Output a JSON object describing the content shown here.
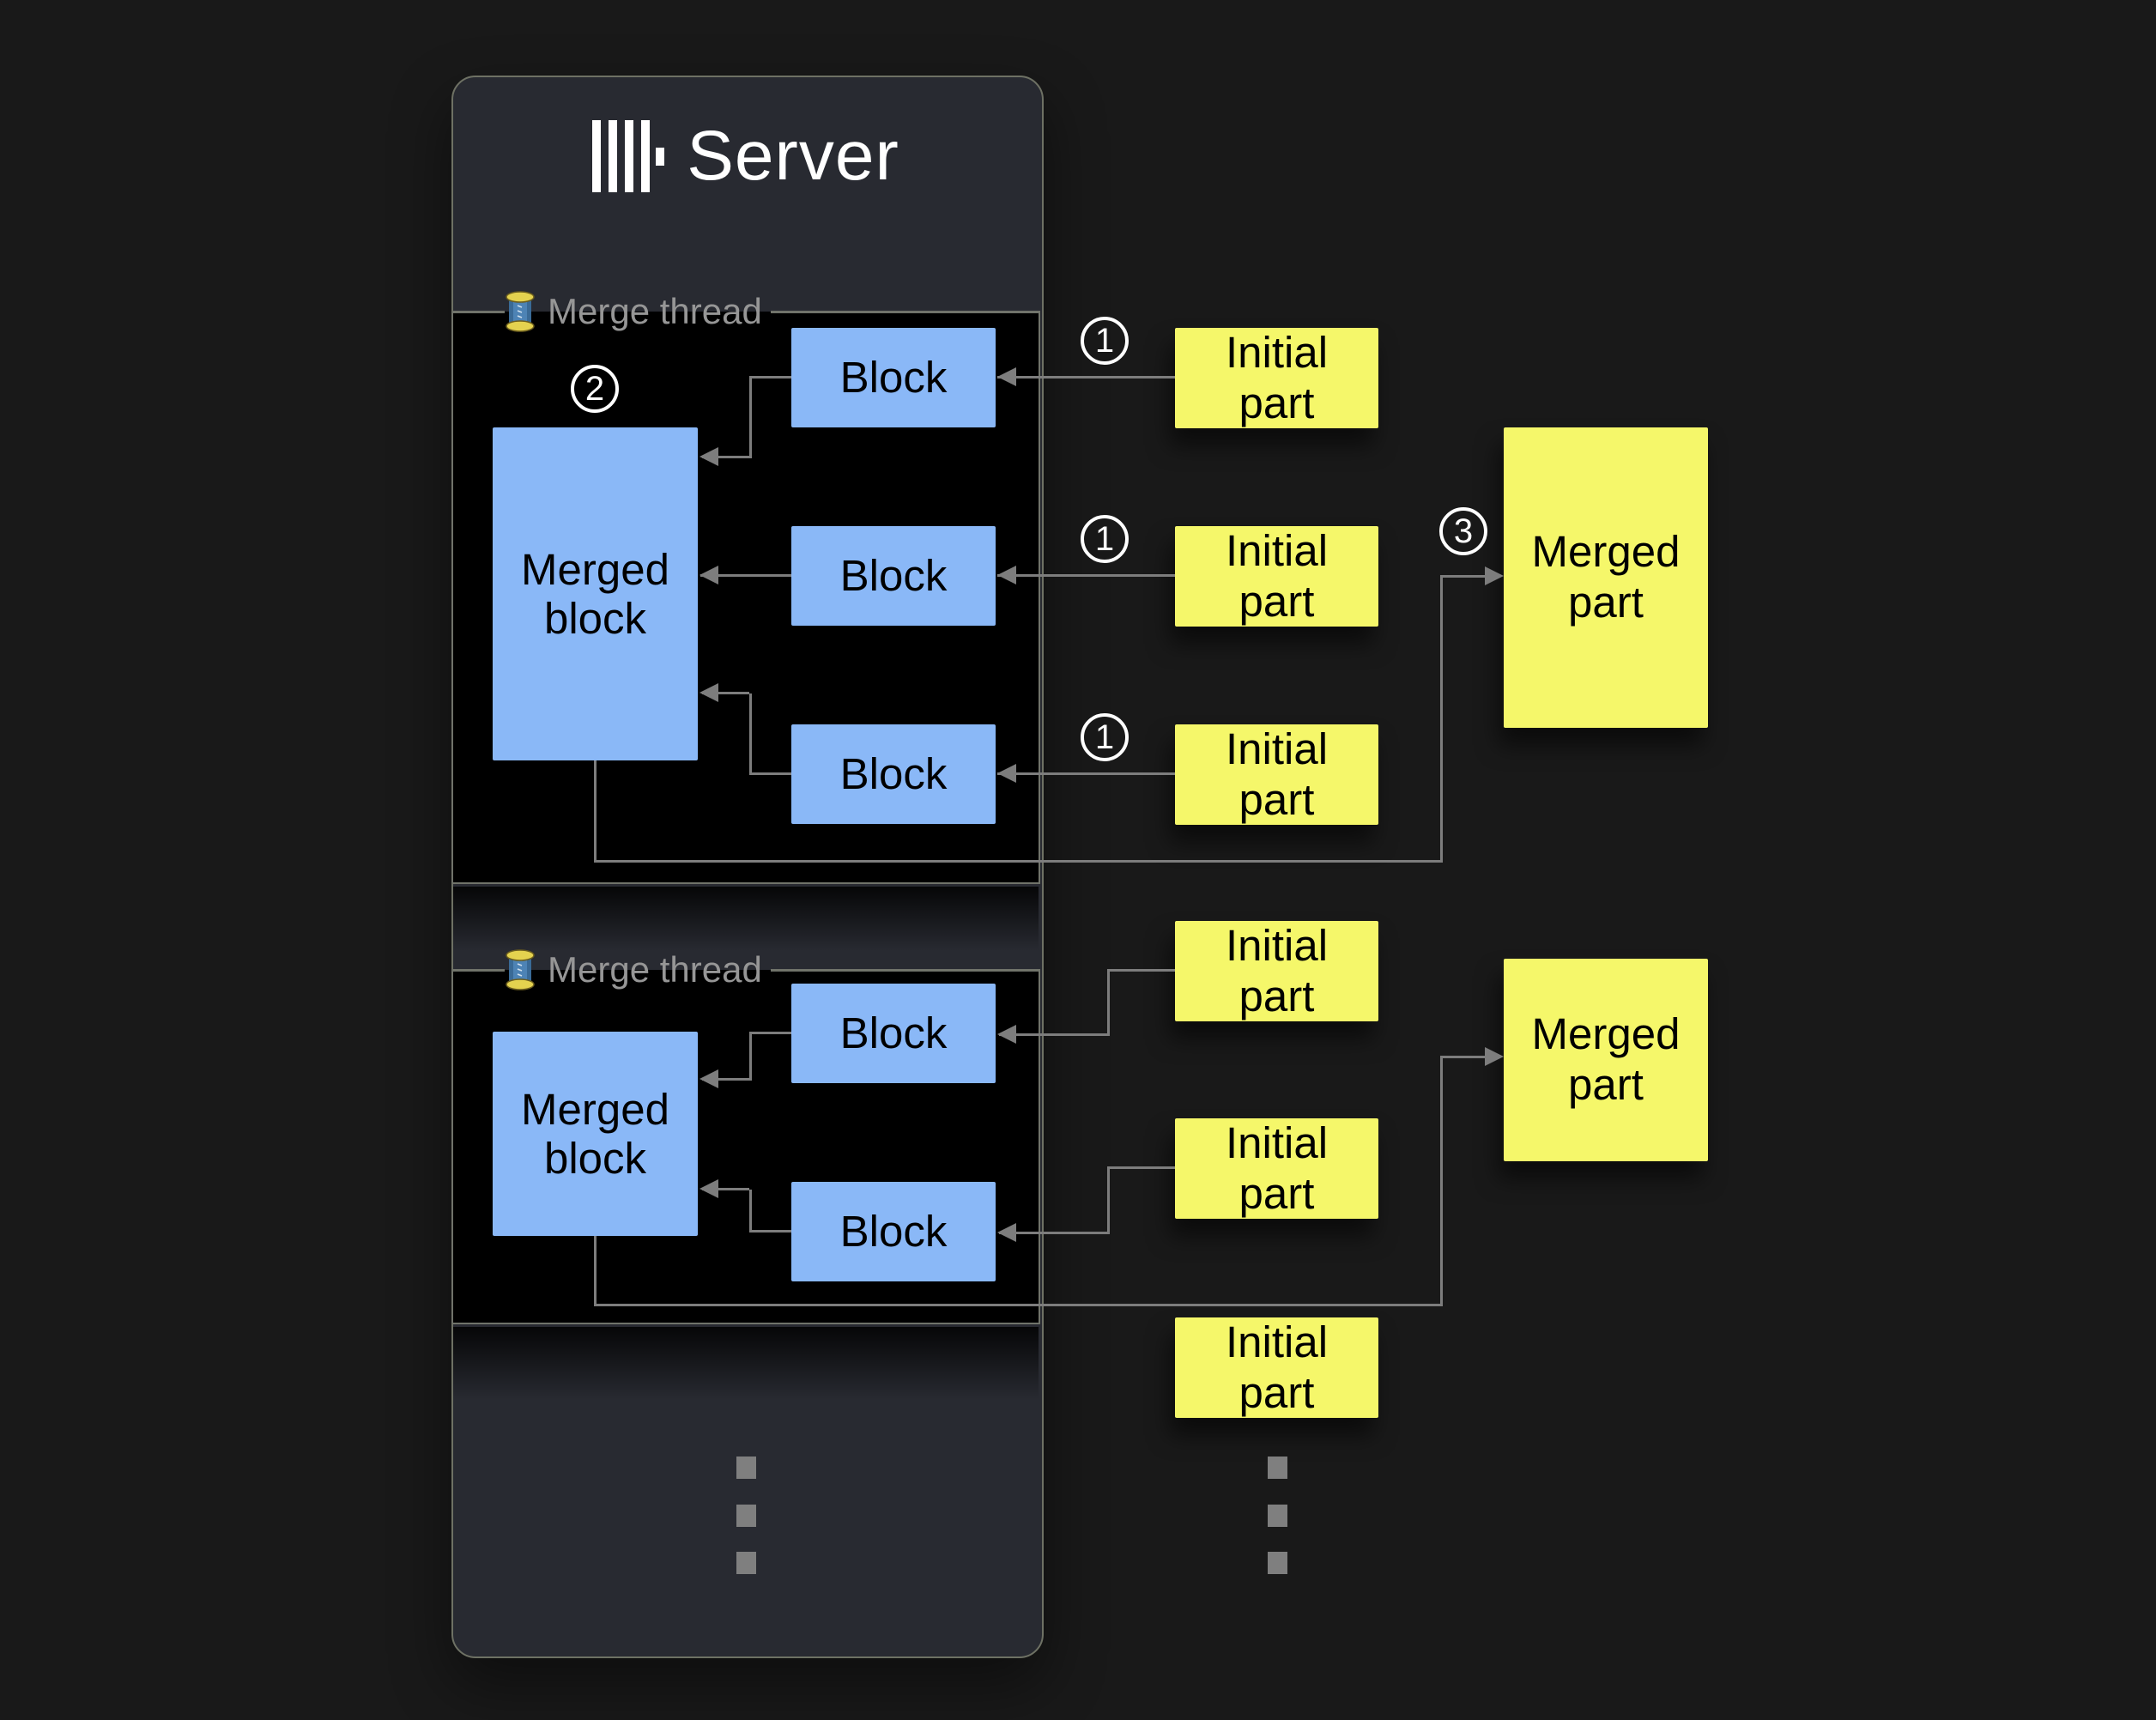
{
  "colors": {
    "page_bg": "#191919",
    "panel_bg": "#282a31",
    "panel_border": "#6e7164",
    "section_bg": "#000000",
    "section_border": "#70736a",
    "block_fill": "#8ab8f7",
    "part_fill": "#f5f76a",
    "line": "#7d7d7d",
    "label_text": "#969696",
    "badge": "#ffffff",
    "box_text": "#000000",
    "title_text": "#ffffff",
    "dots": "#7f7f7f"
  },
  "server": {
    "title": "Server",
    "logo": "clickhouse-logo"
  },
  "sections": [
    {
      "label": "Merge thread",
      "icon": "thread-spool-icon",
      "step": "2",
      "merged_block": "Merged block",
      "blocks": [
        "Block",
        "Block",
        "Block"
      ]
    },
    {
      "label": "Merge thread",
      "icon": "thread-spool-icon",
      "merged_block": "Merged block",
      "blocks": [
        "Block",
        "Block"
      ]
    }
  ],
  "initial_parts": [
    {
      "label": "Initial part",
      "step": "1"
    },
    {
      "label": "Initial part",
      "step": "1"
    },
    {
      "label": "Initial part",
      "step": "1"
    },
    {
      "label": "Initial part"
    },
    {
      "label": "Initial part"
    },
    {
      "label": "Initial part"
    }
  ],
  "merged_parts": [
    {
      "label": "Merged part",
      "step": "3"
    },
    {
      "label": "Merged part"
    }
  ]
}
